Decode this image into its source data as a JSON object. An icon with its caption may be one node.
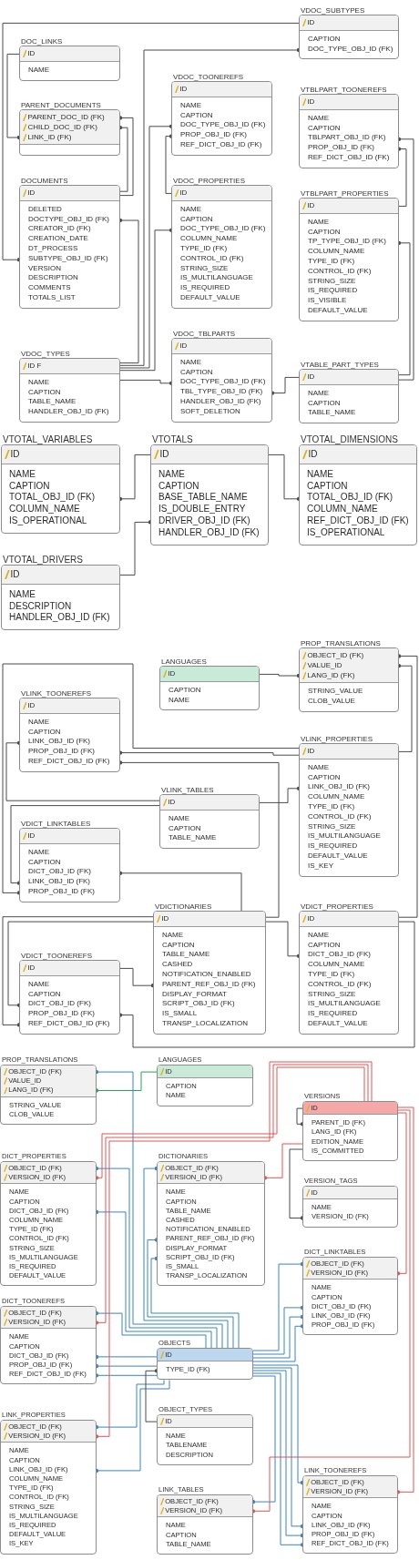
{
  "diagram": {
    "nodes": [
      {
        "text": [
          "VDOC_SUBTYPES",
          "CAPTION",
          "DOC_TYPE_OBJ_ID (FK)"
        ]
      },
      {
        "text": [
          "ID"
        ],
        "in": 0
      },
      {
        "text": [
          "DOC_LINKS",
          "NAME"
        ]
      },
      {
        "text": [
          "ID"
        ],
        "in": 2
      },
      {
        "text": [
          "VDOC_TOONEREFS",
          "NAME",
          "CAPTION",
          "DOC_TYPE_OBJ_ID (FK)",
          "PROP_OBJ_ID (FK)",
          "REF_DICT_OBJ_ID (FK)"
        ]
      },
      {
        "text": [
          "ID"
        ],
        "in": 4
      },
      {
        "text": [
          "VTBLPART_TOONEREFS",
          "NAME",
          "CAPTION",
          "TBLPART_OBJ_ID (FK)",
          "PROP_OBJ_ID (FK)",
          "REF_DICT_OBJ_ID (FK)"
        ]
      },
      {
        "text": [
          "ID"
        ],
        "in": 6
      },
      {
        "text": [
          "PARENT_DOCUMENTS"
        ]
      },
      {
        "text": [
          "PARENT_DOC_ID (FK)",
          "CHILD_DOC_ID (FK)",
          "LINK_ID (FK)"
        ],
        "in": 8
      },
      {
        "text": [
          "DOCUMENTS",
          "DELETED",
          "DOCTYPE_OBJ_ID (FK)",
          "CREATOR_ID (FK)",
          "CREATION_DATE",
          "DT_PROCESS",
          "SUBTYPE_OBJ_ID (FK)",
          "VERSION",
          "DESCRIPTION",
          "COMMENTS",
          "TOTALS_LIST"
        ]
      },
      {
        "text": [
          "ID"
        ],
        "in": 10
      },
      {
        "text": [
          "VDOC_PROPERTIES",
          "NAME",
          "CAPTION",
          "DOC_TYPE_OBJ_ID (FK)",
          "COLUMN_NAME",
          "TYPE_ID (FK)",
          "CONTROL_ID (FK)",
          "STRING_SIZE",
          "IS_MULTILANGUAGE",
          "IS_REQUIRED",
          "DEFAULT_VALUE"
        ]
      },
      {
        "text": [
          "ID"
        ],
        "in": 12
      },
      {
        "text": [
          "VTBLPART_PROPERTIES",
          "NAME",
          "CAPTION",
          "TP_TYPE_OBJ_ID (FK)",
          "COLUMN_NAME",
          "TYPE_ID (FK)",
          "CONTROL_ID (FK)",
          "STRING_SIZE",
          "IS_REQUIRED",
          "IS_VISIBLE",
          "DEFAULT_VALUE"
        ]
      },
      {
        "text": [
          "ID"
        ],
        "in": 14
      },
      {
        "text": [
          "VDOC_TBLPARTS",
          "NAME",
          "CAPTION",
          "DOC_TYPE_OBJ_ID (FK)",
          "TBL_TYPE_OBJ_ID (FK)",
          "HANDLER_OBJ_ID (FK)",
          "SOFT_DELETION"
        ]
      },
      {
        "text": [
          "ID"
        ],
        "in": 16
      },
      {
        "text": [
          "VDOC_TYPES",
          "NAME",
          "CAPTION",
          "TABLE_NAME",
          "HANDLER_OBJ_ID (FK)"
        ]
      },
      {
        "text": [
          "ID F"
        ],
        "in": 18
      },
      {
        "text": [
          "VTABLE_PART_TYPES",
          "NAME",
          "CAPTION",
          "TABLE_NAME"
        ]
      },
      {
        "text": [
          "ID"
        ],
        "in": 20
      },
      {
        "text": [
          "VTOTAL_VARIABLES",
          "NAME",
          "CAPTION",
          "TOTAL_OBJ_ID (FK)",
          "COLUMN_NAME",
          "IS_OPERATIONAL"
        ]
      },
      {
        "text": [
          "ID"
        ],
        "in": 22
      },
      {
        "text": [
          "VTOTALS",
          "NAME",
          "CAPTION",
          "BASE_TABLE_NAME",
          "IS_DOUBLE_ENTRY",
          "DRIVER_OBJ_ID (FK)",
          "HANDLER_OBJ_ID (FK)"
        ]
      },
      {
        "text": [
          "ID"
        ],
        "in": 24
      },
      {
        "text": [
          "VTOTAL_DIMENSIONS",
          "NAME",
          "CAPTION",
          "TOTAL_OBJ_ID (FK)",
          "COLUMN_NAME",
          "REF_DICT_OBJ_ID (FK)",
          "IS_OPERATIONAL"
        ]
      },
      {
        "text": [
          "ID"
        ],
        "in": 26
      },
      {
        "text": [
          "VTOTAL_DRIVERS",
          "NAME",
          "DESCRIPTION",
          "HANDLER_OBJ_ID (FK)"
        ]
      },
      {
        "text": [
          "ID"
        ],
        "in": 28
      },
      {
        "text": [
          "PROP_TRANSLATIONS",
          "STRING_VALUE",
          "CLOB_VALUE"
        ]
      },
      {
        "text": [
          "OBJECT_ID (FK)",
          "VALUE_ID",
          "LANG_ID (FK)"
        ],
        "in": 30
      },
      {
        "text": [
          "LANGUAGES",
          "CAPTION",
          "NAME"
        ]
      },
      {
        "text": [
          "ID"
        ],
        "in": 32
      },
      {
        "text": [
          "VLINK_TOONEREFS",
          "NAME",
          "CAPTION",
          "LINK_OBJ_ID (FK)",
          "PROP_OBJ_ID (FK)",
          "REF_DICT_OBJ_ID (FK)"
        ]
      },
      {
        "text": [
          "ID"
        ],
        "in": 34
      },
      {
        "text": [
          "VLINK_PROPERTIES",
          "NAME",
          "CAPTION",
          "LINK_OBJ_ID (FK)",
          "COLUMN_NAME",
          "TYPE_ID (FK)",
          "CONTROL_ID (FK)",
          "STRING_SIZE",
          "IS_MULTILANGUAGE",
          "IS_REQUIRED",
          "DEFAULT_VALUE",
          "IS_KEY"
        ]
      },
      {
        "text": [
          "ID"
        ],
        "in": 36
      },
      {
        "text": [
          "VLINK_TABLES",
          "NAME",
          "CAPTION",
          "TABLE_NAME"
        ]
      },
      {
        "text": [
          "ID"
        ],
        "in": 38
      },
      {
        "text": [
          "VDICT_LINKTABLES",
          "NAME",
          "CAPTION",
          "DICT_OBJ_ID (FK)",
          "LINK_OBJ_ID (FK)",
          "PROP_OBJ_ID (FK)"
        ]
      },
      {
        "text": [
          "ID"
        ],
        "in": 40
      },
      {
        "text": [
          "VDICTIONARIES",
          "NAME",
          "CAPTION",
          "TABLE_NAME",
          "CASHED",
          "NOTIFICATION_ENABLED",
          "PARENT_REF_OBJ_ID (FK)",
          "DISPLAY_FORMAT",
          "SCRIPT_OBJ_ID (FK)",
          "IS_SMALL",
          "TRANSP_LOCALIZATION"
        ]
      },
      {
        "text": [
          "ID"
        ],
        "in": 42
      },
      {
        "text": [
          "VDICT_PROPERTIES",
          "NAME",
          "CAPTION",
          "DICT_OBJ_ID (FK)",
          "COLUMN_NAME",
          "TYPE_ID (FK)",
          "CONTROL_ID (FK)",
          "STRING_SIZE",
          "IS_MULTILANGUAGE",
          "IS_REQUIRED",
          "DEFAULT_VALUE"
        ]
      },
      {
        "text": [
          "ID"
        ],
        "in": 44
      },
      {
        "text": [
          "VDICT_TOONEREFS",
          "NAME",
          "CAPTION",
          "DICT_OBJ_ID (FK)",
          "PROP_OBJ_ID (FK)",
          "REF_DICT_OBJ_ID (FK)"
        ]
      },
      {
        "text": [
          "ID"
        ],
        "in": 46
      },
      {
        "text": [
          "PROP_TRANSLATIONS",
          "STRING_VALUE",
          "CLOB_VALUE"
        ]
      },
      {
        "text": [
          "OBJECT_ID (FK)",
          "VALUE_ID",
          "LANG_ID (FK)"
        ],
        "in": 48
      },
      {
        "text": [
          "LANGUAGES",
          "CAPTION",
          "NAME"
        ]
      },
      {
        "text": [
          "ID"
        ],
        "in": 50
      },
      {
        "text": [
          "VERSIONS",
          "PARENT_ID (FK)",
          "LANG_ID (FK)",
          "EDITION_NAME",
          "IS_COMMITTED"
        ]
      },
      {
        "text": [
          "ID"
        ],
        "in": 52
      },
      {
        "text": [
          "DICT_PROPERTIES",
          "NAME",
          "CAPTION",
          "DICT_OBJ_ID (FK)",
          "COLUMN_NAME",
          "TYPE_ID (FK)",
          "CONTROL_ID (FK)",
          "STRING_SIZE",
          "IS_MULTILANGUAGE",
          "IS_REQUIRED",
          "DEFAULT_VALUE"
        ]
      },
      {
        "text": [
          "OBJECT_ID (FK)",
          "VERSION_ID (FK)"
        ],
        "in": 54
      },
      {
        "text": [
          "DICTIONARIES",
          "NAME",
          "CAPTION",
          "TABLE_NAME",
          "CASHED",
          "NOTIFICATION_ENABLED",
          "PARENT_REF_OBJ_ID (FK)",
          "DISPLAY_FORMAT",
          "SCRIPT_OBJ_ID (FK)",
          "IS_SMALL",
          "TRANSP_LOCALIZATION"
        ]
      },
      {
        "text": [
          "OBJECT_ID (FK)",
          "VERSION_ID (FK)"
        ],
        "in": 56
      },
      {
        "text": [
          "VERSION_TAGS",
          "NAME",
          "VERSION_ID (FK)"
        ]
      },
      {
        "text": [
          "ID"
        ],
        "in": 58
      },
      {
        "text": [
          "DICT_LINKTABLES",
          "NAME",
          "CAPTION",
          "DICT_OBJ_ID (FK)",
          "LINK_OBJ_ID (FK)",
          "PROP_OBJ_ID (FK)"
        ]
      },
      {
        "text": [
          "OBJECT_ID (FK)",
          "VERSION_ID (FK)"
        ],
        "in": 60
      },
      {
        "text": [
          "DICT_TOONEREFS",
          "NAME",
          "CAPTION",
          "DICT_OBJ_ID (FK)",
          "PROP_OBJ_ID (FK)",
          "REF_DICT_OBJ_ID (FK)"
        ]
      },
      {
        "text": [
          "OBJECT_ID (FK)",
          "VERSION_ID (FK)"
        ],
        "in": 62
      },
      {
        "text": [
          "OBJECTS",
          "TYPE_ID (FK)"
        ]
      },
      {
        "text": [
          "ID"
        ],
        "in": 64
      },
      {
        "text": [
          "LINK_PROPERTIES",
          "NAME",
          "CAPTION",
          "LINK_OBJ_ID (FK)",
          "COLUMN_NAME",
          "TYPE_ID (FK)",
          "CONTROL_ID (FK)",
          "STRING_SIZE",
          "IS_MULTILANGUAGE",
          "IS_REQUIRED",
          "DEFAULT_VALUE",
          "IS_KEY"
        ]
      },
      {
        "text": [
          "OBJECT_ID (FK)",
          "VERSION_ID (FK)"
        ],
        "in": 66
      },
      {
        "text": [
          "OBJECT_TYPES",
          "NAME",
          "TABLENAME",
          "DESCRIPTION"
        ]
      },
      {
        "text": [
          "ID"
        ],
        "in": 68
      },
      {
        "text": [
          "LINK_TOONEREFS",
          "NAME",
          "CAPTION",
          "LINK_OBJ_ID (FK)",
          "PROP_OBJ_ID (FK)",
          "REF_DICT_OBJ_ID (FK)"
        ]
      },
      {
        "text": [
          "OBJECT_ID (FK)",
          "VERSION_ID (FK)"
        ],
        "in": 70
      },
      {
        "text": [
          "LINK_TABLES",
          "NAME",
          "CAPTION",
          "TABLE_NAME"
        ]
      },
      {
        "text": [
          "OBJECT_ID (FK)",
          "VERSION_ID (FK)"
        ],
        "in": 72
      }
    ],
    "edges": [
      {
        "from": 2,
        "to": 8,
        "arrow": "other"
      },
      {
        "from": 10,
        "to": 8,
        "arrow": "other"
      },
      {
        "from": 10,
        "to": 8,
        "arrow": "other"
      },
      {
        "from": 0,
        "to": 10,
        "arrow": "other"
      },
      {
        "from": 18,
        "to": 10,
        "arrow": "other"
      },
      {
        "from": 18,
        "to": 0,
        "arrow": "other"
      },
      {
        "from": 18,
        "to": 4,
        "arrow": "other"
      },
      {
        "from": 18,
        "to": 12,
        "arrow": "other"
      },
      {
        "from": 18,
        "to": 16,
        "arrow": "other"
      },
      {
        "from": 12,
        "to": 4,
        "arrow": "other"
      },
      {
        "from": 14,
        "to": 6,
        "arrow": "other"
      },
      {
        "from": 20,
        "to": 14,
        "arrow": "other"
      },
      {
        "from": 20,
        "to": 6,
        "arrow": "other"
      },
      {
        "from": 20,
        "to": 16,
        "arrow": "other"
      },
      {
        "from": 24,
        "to": 22,
        "arrow": "other"
      },
      {
        "from": 24,
        "to": 26,
        "arrow": "other"
      },
      {
        "from": 28,
        "to": 24,
        "arrow": "other"
      },
      {
        "from": 32,
        "to": 30,
        "arrow": "other"
      },
      {
        "from": 36,
        "to": 30,
        "arrow": "other"
      },
      {
        "from": 44,
        "to": 30,
        "arrow": "other"
      },
      {
        "from": 36,
        "to": 40,
        "arrow": "other"
      },
      {
        "from": 36,
        "to": 34,
        "arrow": "other"
      },
      {
        "from": 42,
        "to": 34,
        "arrow": "other"
      },
      {
        "from": 38,
        "to": 36,
        "arrow": "other"
      },
      {
        "from": 38,
        "to": 34,
        "arrow": "other"
      },
      {
        "from": 38,
        "to": 40,
        "arrow": "other"
      },
      {
        "from": 42,
        "to": 40,
        "arrow": "other"
      },
      {
        "from": 42,
        "to": 44,
        "arrow": "other"
      },
      {
        "from": 42,
        "to": 46,
        "arrow": "other"
      },
      {
        "from": 42,
        "to": 46,
        "arrow": "other"
      },
      {
        "from": 46,
        "to": 42,
        "arrow": "other"
      },
      {
        "from": 44,
        "to": 46,
        "arrow": "other"
      },
      {
        "from": 50,
        "to": 48,
        "arrow": "other",
        "color": "#2e9e5b"
      },
      {
        "from": 64,
        "to": 48,
        "arrow": "other",
        "color": "#3b82c4"
      },
      {
        "from": 64,
        "to": 54,
        "arrow": "other",
        "color": "#3b82c4"
      },
      {
        "from": 64,
        "to": 54,
        "arrow": "other",
        "color": "#3b82c4"
      },
      {
        "from": 64,
        "to": 62,
        "arrow": "other",
        "color": "#3b82c4"
      },
      {
        "from": 64,
        "to": 62,
        "arrow": "other",
        "color": "#3b82c4"
      },
      {
        "from": 64,
        "to": 62,
        "arrow": "other",
        "color": "#3b82c4"
      },
      {
        "from": 64,
        "to": 62,
        "arrow": "other",
        "color": "#3b82c4"
      },
      {
        "from": 64,
        "to": 56,
        "arrow": "other",
        "color": "#3b82c4"
      },
      {
        "from": 64,
        "to": 56,
        "arrow": "other",
        "color": "#3b82c4"
      },
      {
        "from": 64,
        "to": 56,
        "arrow": "other",
        "color": "#3b82c4"
      },
      {
        "from": 64,
        "to": 66,
        "arrow": "other",
        "color": "#3b82c4"
      },
      {
        "from": 64,
        "to": 66,
        "arrow": "other",
        "color": "#3b82c4"
      },
      {
        "from": 64,
        "to": 60,
        "arrow": "other",
        "color": "#3b82c4"
      },
      {
        "from": 64,
        "to": 60,
        "arrow": "other",
        "color": "#3b82c4"
      },
      {
        "from": 64,
        "to": 60,
        "arrow": "other",
        "color": "#3b82c4"
      },
      {
        "from": 64,
        "to": 60,
        "arrow": "other",
        "color": "#3b82c4"
      },
      {
        "from": 64,
        "to": 70,
        "arrow": "other",
        "color": "#3b82c4"
      },
      {
        "from": 64,
        "to": 70,
        "arrow": "other",
        "color": "#3b82c4"
      },
      {
        "from": 64,
        "to": 70,
        "arrow": "other",
        "color": "#3b82c4"
      },
      {
        "from": 64,
        "to": 70,
        "arrow": "other",
        "color": "#3b82c4"
      },
      {
        "from": 64,
        "to": 72,
        "arrow": "other",
        "color": "#3b82c4"
      },
      {
        "from": 52,
        "to": 54,
        "arrow": "other",
        "color": "#e05555"
      },
      {
        "from": 52,
        "to": 62,
        "arrow": "other",
        "color": "#e05555"
      },
      {
        "from": 52,
        "to": 66,
        "arrow": "other",
        "color": "#e05555"
      },
      {
        "from": 52,
        "to": 56,
        "arrow": "other",
        "color": "#e05555"
      },
      {
        "from": 52,
        "to": 60,
        "arrow": "other",
        "color": "#e05555"
      },
      {
        "from": 52,
        "to": 72,
        "arrow": "other",
        "color": "#e05555"
      },
      {
        "from": 52,
        "to": 70,
        "arrow": "other",
        "color": "#e05555"
      },
      {
        "from": 53,
        "to": 52,
        "arrow": "other"
      },
      {
        "from": 52,
        "to": 58,
        "arrow": "other"
      },
      {
        "from": 68,
        "to": 64,
        "arrow": "other"
      }
    ]
  }
}
